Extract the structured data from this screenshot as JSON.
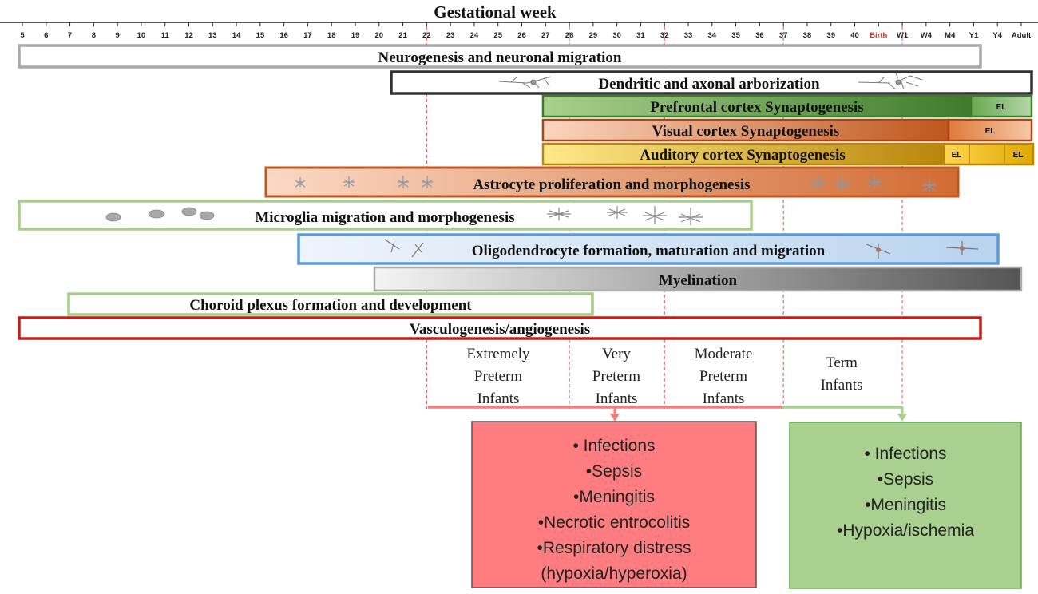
{
  "title": "Gestational week",
  "ticks": [
    "5",
    "6",
    "7",
    "8",
    "9",
    "10",
    "11",
    "12",
    "13",
    "14",
    "15",
    "16",
    "17",
    "18",
    "19",
    "20",
    "21",
    "22",
    "23",
    "24",
    "25",
    "26",
    "27",
    "28",
    "29",
    "30",
    "31",
    "32",
    "33",
    "34",
    "35",
    "36",
    "37",
    "38",
    "39",
    "40",
    "Birth",
    "W1",
    "W4",
    "M4",
    "Y1",
    "Y4",
    "Adult"
  ],
  "colors": {
    "neurogenesis": "#a8a8a8",
    "dendritic": "#333333",
    "prefrontal": "#5a8f3a",
    "visual": "#c0561c",
    "auditory": "#d4a017",
    "astrocyte": "#c0561c",
    "microglia": "#a8cc8c",
    "oligodendrocyte": "#5b9bd5",
    "myelination": "#999999",
    "choroid": "#a8cc8c",
    "vasculo": "#c0201c",
    "preterm": "#f07f7f",
    "term": "#a9d08e"
  },
  "bars": [
    {
      "id": "neurogenesis",
      "label": "Neurogenesis and neuronal migration"
    },
    {
      "id": "dendritic",
      "label": "Dendritic and axonal arborization"
    },
    {
      "id": "prefrontal",
      "label": "Prefrontal cortex Synaptogenesis",
      "el": [
        "EL"
      ]
    },
    {
      "id": "visual",
      "label": "Visual cortex Synaptogenesis",
      "el": [
        "EL"
      ]
    },
    {
      "id": "auditory",
      "label": "Auditory cortex Synaptogenesis",
      "el": [
        "EL",
        "EL"
      ]
    },
    {
      "id": "astrocyte",
      "label": "Astrocyte proliferation and morphogenesis"
    },
    {
      "id": "microglia",
      "label": "Microglia migration and morphogenesis"
    },
    {
      "id": "oligodendrocyte",
      "label": "Oligodendrocyte formation, maturation and migration"
    },
    {
      "id": "myelination",
      "label": "Myelination"
    },
    {
      "id": "choroid",
      "label": "Choroid plexus formation and development"
    },
    {
      "id": "vasculo",
      "label": "Vasculogenesis/angiogenesis"
    }
  ],
  "groups": [
    {
      "lines": [
        "Extremely",
        "Preterm",
        "Infants"
      ]
    },
    {
      "lines": [
        "Very",
        "Preterm",
        "Infants"
      ]
    },
    {
      "lines": [
        "Moderate",
        "Preterm",
        "Infants"
      ]
    },
    {
      "lines": [
        "Term",
        "Infants"
      ]
    }
  ],
  "preterm_risks": [
    "• Infections",
    "•Sepsis",
    "•Meningitis",
    "•Necrotic entrocolitis",
    "•Respiratory distress",
    "(hypoxia/hyperoxia)"
  ],
  "term_risks": [
    "• Infections",
    "•Sepsis",
    "•Meningitis",
    "•Hypoxia/ischemia"
  ]
}
